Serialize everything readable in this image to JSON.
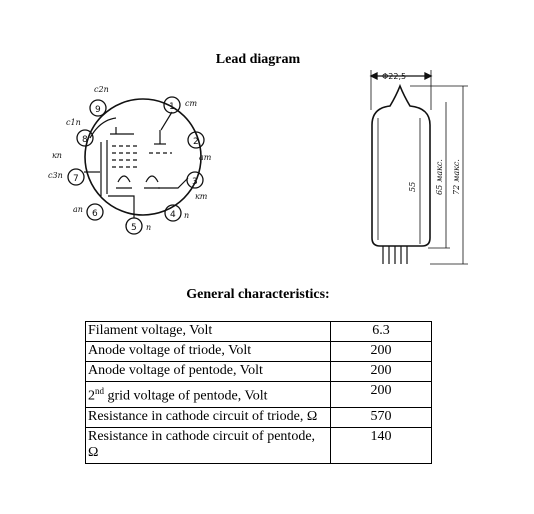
{
  "title": "Lead diagram",
  "subtitle": "General characteristics:",
  "pin_diagram": {
    "pins": [
      "1",
      "2",
      "3",
      "4",
      "5",
      "6",
      "7",
      "8",
      "9"
    ],
    "electrode_labels": [
      "c2п",
      "cт",
      "aт",
      "кт",
      "п",
      "п",
      "aп",
      "c3п",
      "кп",
      "c1п"
    ]
  },
  "dimensions": {
    "diameter": "Φ22,5",
    "body_height": "55",
    "max_height_1": "65 макс.",
    "max_height_2": "72 макс."
  },
  "table": {
    "rows": [
      {
        "label": "Filament voltage, Volt",
        "value": "6.3"
      },
      {
        "label": "Anode voltage of triode, Volt",
        "value": "200"
      },
      {
        "label": "Anode voltage of pentode, Volt",
        "value": "200"
      },
      {
        "label_sup": "nd",
        "label_pre": "2",
        "label_post": " grid voltage of pentode, Volt",
        "value": "200"
      },
      {
        "label": "Resistance in cathode circuit of triode, Ω",
        "value": "570"
      },
      {
        "label": "Resistance in cathode circuit of pentode, Ω",
        "value": "140"
      }
    ]
  }
}
